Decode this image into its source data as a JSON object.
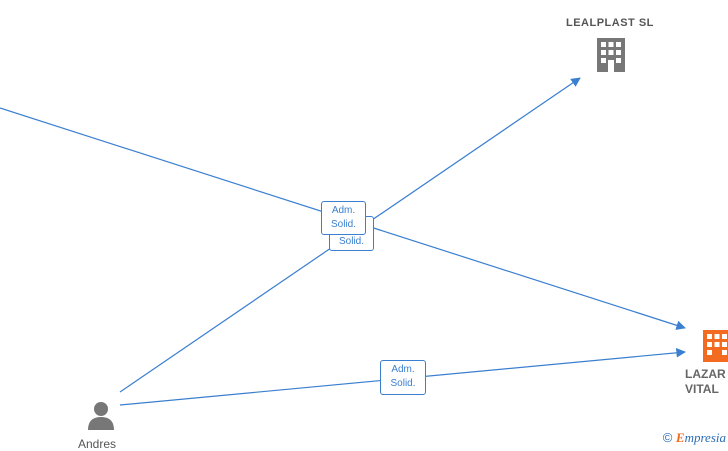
{
  "nodes": {
    "company_top": {
      "name": "LEALPLAST  SL",
      "icon": "building-icon",
      "color": "#777777"
    },
    "company_focus": {
      "line1": "LAZAR",
      "line2": "VITAL",
      "icon": "building-icon",
      "color": "#f26b21"
    },
    "person": {
      "name": "Andres",
      "icon": "person-icon",
      "color": "#777777"
    }
  },
  "edges": {
    "center_top": {
      "line1": "Adm.",
      "line2": "Solid."
    },
    "center_bottom": {
      "line1": "Solid."
    },
    "bottom": {
      "line1": "Adm.",
      "line2": "Solid."
    }
  },
  "colors": {
    "edge": "#3a7fd0",
    "accent": "#f26b21"
  },
  "footer": {
    "copyright": "©",
    "brand_initial": "E",
    "brand_rest": "mpresia"
  }
}
